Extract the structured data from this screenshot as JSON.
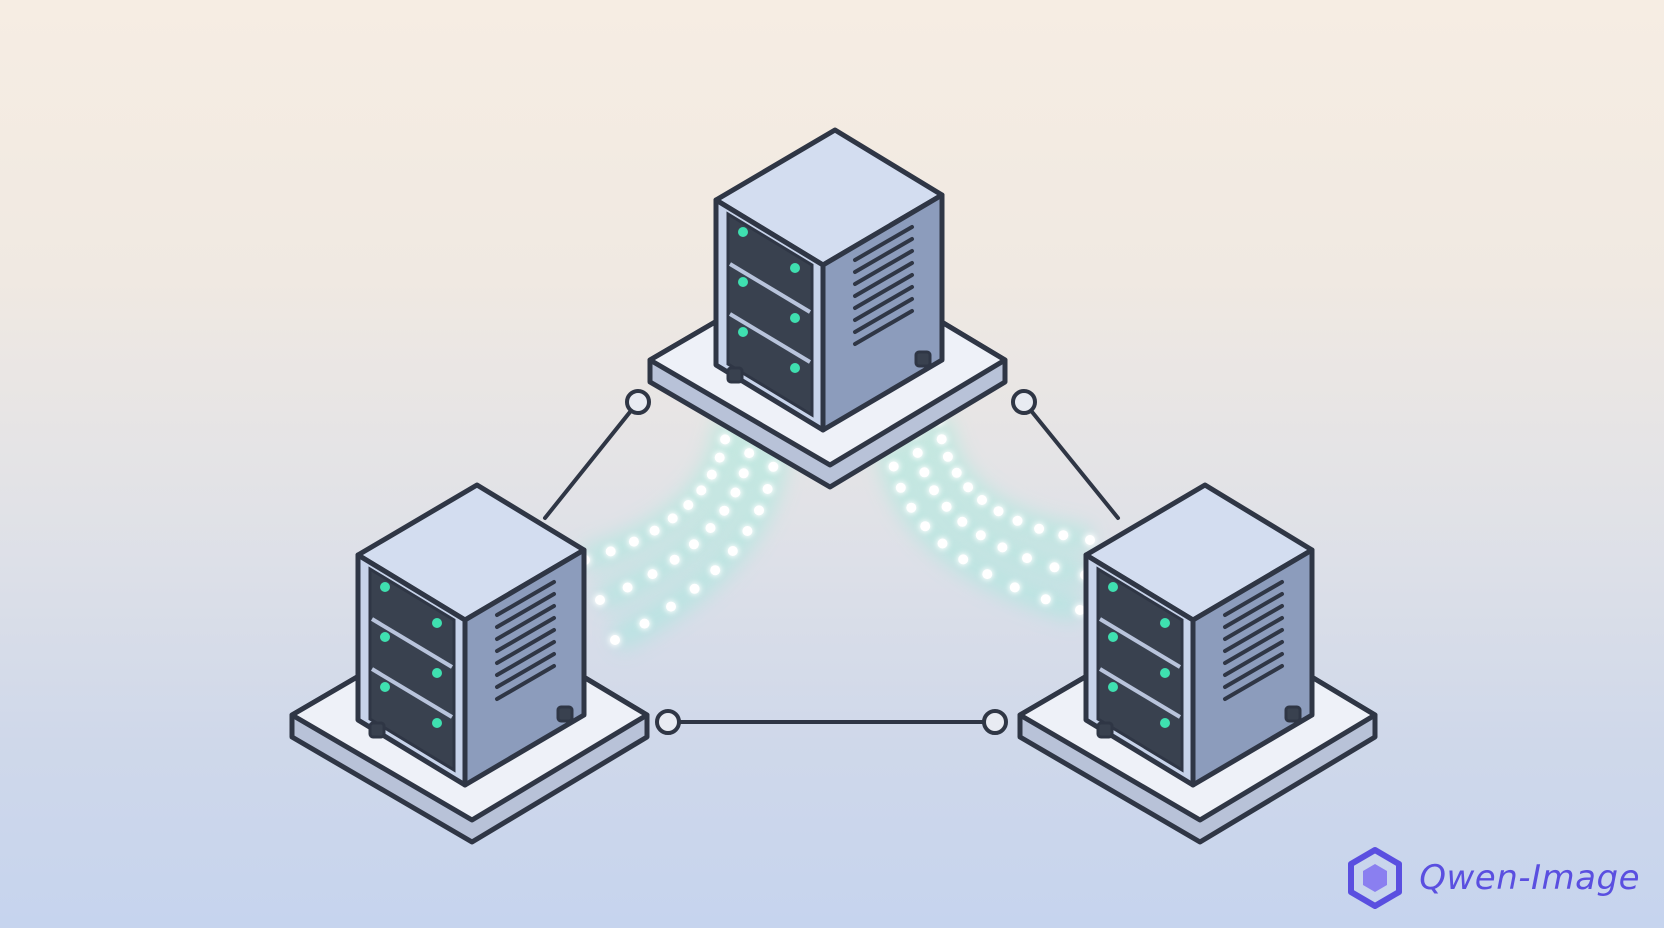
{
  "diagram": {
    "nodes": [
      {
        "id": "server-top",
        "kind": "server-rack",
        "leds": 6
      },
      {
        "id": "server-left",
        "kind": "server-rack",
        "leds": 6
      },
      {
        "id": "server-right",
        "kind": "server-rack",
        "leds": 6
      }
    ],
    "edges": [
      {
        "from": "server-top",
        "to": "server-left",
        "style": "solid-line"
      },
      {
        "from": "server-top",
        "to": "server-right",
        "style": "solid-line"
      },
      {
        "from": "server-left",
        "to": "server-right",
        "style": "solid-line"
      },
      {
        "from": "server-top",
        "to": "server-left",
        "style": "dotted-glow-stream"
      },
      {
        "from": "server-top",
        "to": "server-right",
        "style": "dotted-glow-stream"
      }
    ]
  },
  "colors": {
    "outline": "#2f3645",
    "rack_front": "#c7d3ea",
    "rack_side": "#8c9cbc",
    "rack_top": "#d3ddf0",
    "platform_top": "#eef1f8",
    "platform_side": "#b8c2d8",
    "led": "#3fe0b0",
    "stream": "#7ef0d6",
    "brand": "#5a4fe0"
  },
  "watermark": {
    "text": "Qwen-Image",
    "icon": "qwen-logo-icon"
  }
}
